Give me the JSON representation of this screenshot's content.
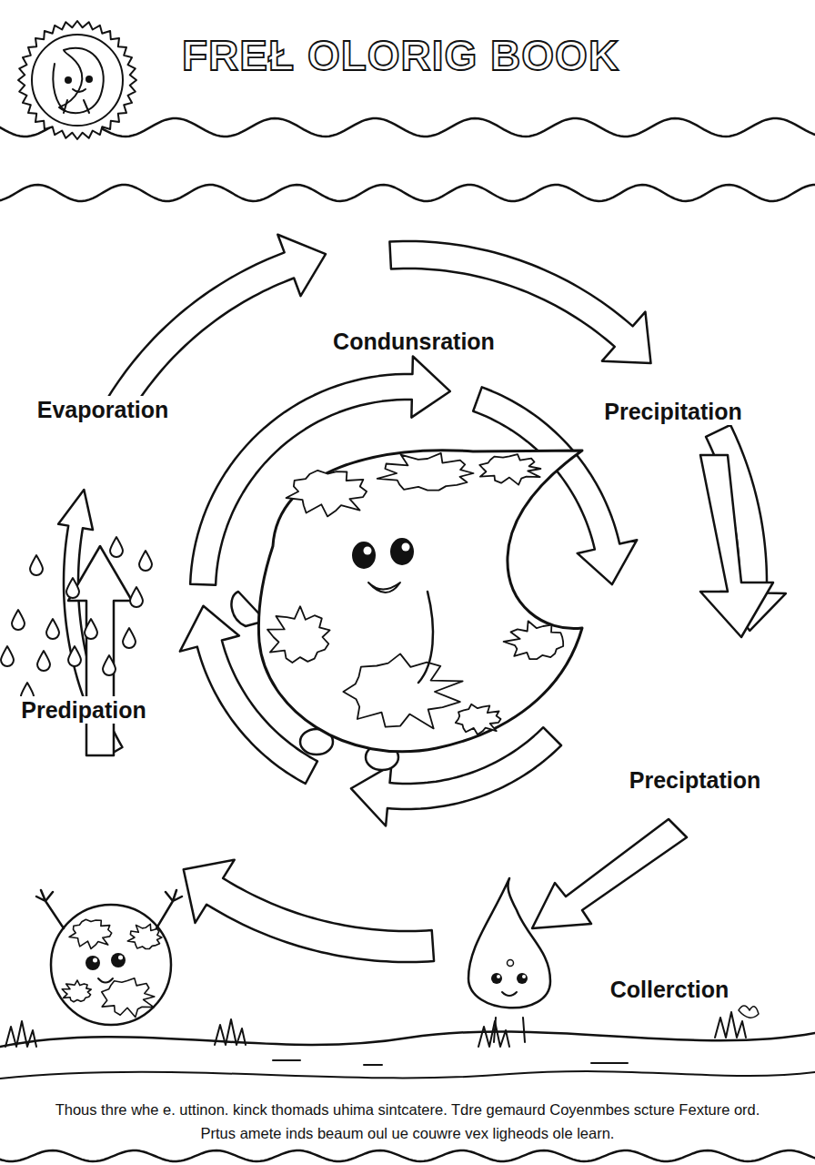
{
  "diagram": {
    "title": "FREŁ OLORIG BOOK",
    "caption": "Thous thre whe e. uttinon. kinck thomads uhima sintcatere. Tdre gemaurd Coyenmbes scture Fexture ord. Prtus amete inds beaum oul ue couwre vex ligheods ole learn.",
    "labels": [
      "Condunsration",
      "Evaporation",
      "Precipitation",
      "Predipation",
      "Preciptation",
      "Collerction"
    ]
  }
}
